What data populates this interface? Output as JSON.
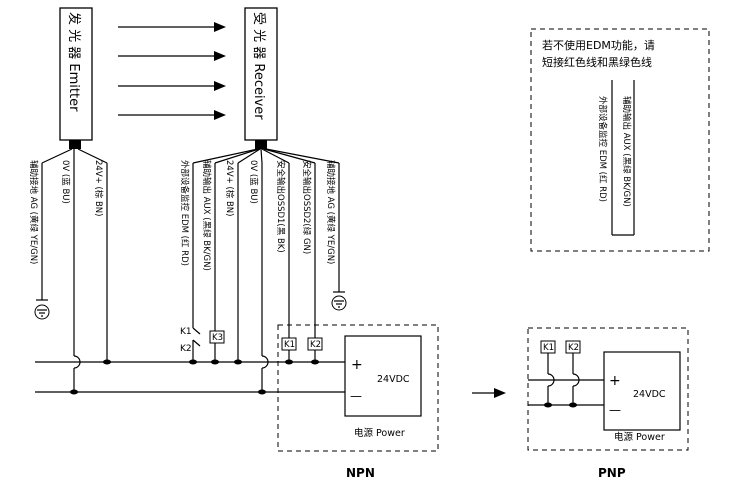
{
  "emitter": {
    "label": "发 光 器 Emitter"
  },
  "receiver": {
    "label": "受 光 器 Receiver"
  },
  "emitter_wires": [
    "辅助接地 AG (黄绿 YE/GN)",
    "0V (蓝 BU)",
    "24V+ (棕 BN)"
  ],
  "receiver_wires": [
    "外部设备监控 EDM (红 RD)",
    "辅助输出 AUX (黑绿 BK/GN)",
    "24V+ (棕 BN)",
    "0V (蓝 BU)",
    "安全输出OSSD1(黑 BK)",
    "安全输出OSSD2(绿 GN)",
    "辅助接地 AG (黄绿 YE/GN)"
  ],
  "note": {
    "line1": "若不使用EDM功能，请",
    "line2": "短接红色线和黑绿色线",
    "wire_aux": "辅助输出 AUX (黑绿 BK/GN)",
    "wire_edm": "外部设备监控 EDM (红 RD)"
  },
  "relays": {
    "k1": "K1",
    "k2": "K2",
    "k3": "K3"
  },
  "power": {
    "voltage": "24VDC",
    "label": "电源 Power",
    "plus": "+",
    "minus": "—"
  },
  "captions": {
    "npn": "NPN",
    "pnp": "PNP"
  }
}
